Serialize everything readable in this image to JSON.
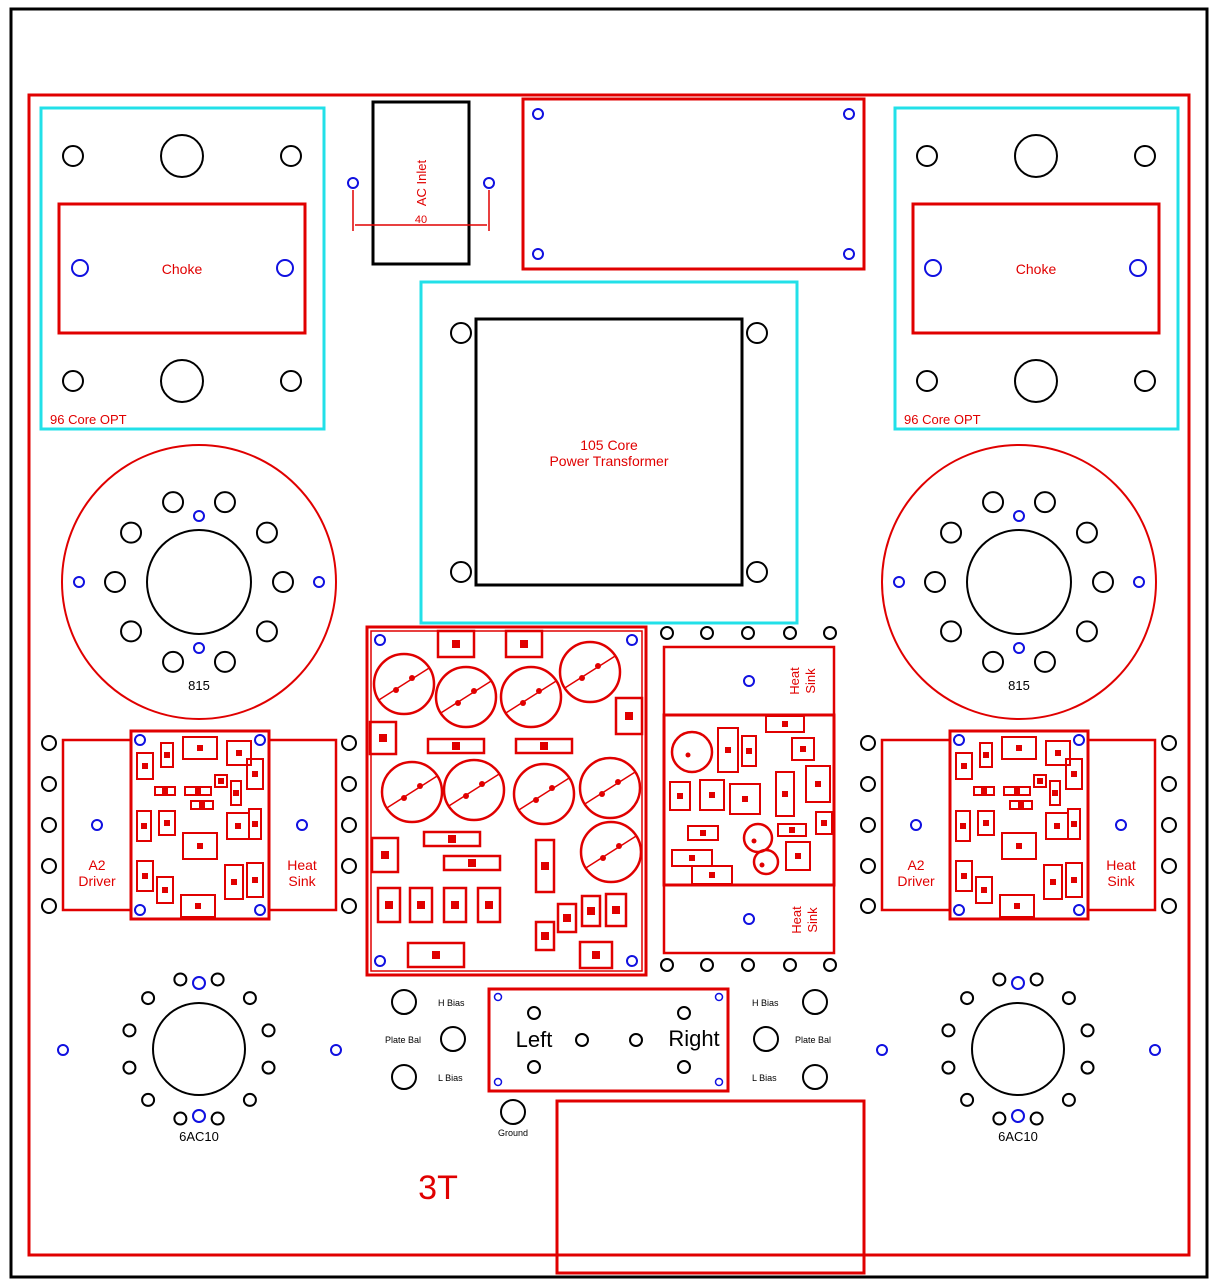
{
  "colors": {
    "outline": "#e00000",
    "frame": "#000000",
    "transformer_outline": "#22e0e8",
    "mount_hole": "#1010e0",
    "hole": "#000000"
  },
  "labels": {
    "ac_inlet": "AC Inlet",
    "ac_inlet_dim": "40",
    "choke_left": "Choke",
    "choke_right": "Choke",
    "opt_left": "96 Core OPT",
    "opt_right": "96 Core OPT",
    "power_transformer_line1": "105 Core",
    "power_transformer_line2": "Power Transformer",
    "tube_815_left": "815",
    "tube_815_right": "815",
    "driver_left_line1": "A2",
    "driver_left_line2": "Driver",
    "driver_right_line1": "A2",
    "driver_right_line2": "Driver",
    "heatsink_left_line1": "Heat",
    "heatsink_left_line2": "Sink",
    "heatsink_right_line1": "Heat",
    "heatsink_right_line2": "Sink",
    "heatsink_top_line1": "Heat",
    "heatsink_top_line2": "Sink",
    "heatsink_bottom_line1": "Heat",
    "heatsink_bottom_line2": "Sink",
    "tube_6ac10_left": "6AC10",
    "tube_6ac10_right": "6AC10",
    "h_bias_left": "H Bias",
    "plate_bal_left": "Plate Bal",
    "l_bias_left": "L Bias",
    "h_bias_right": "H Bias",
    "plate_bal_right": "Plate Bal",
    "l_bias_right": "L Bias",
    "left": "Left",
    "right": "Right",
    "ground": "Ground",
    "model": "3T"
  }
}
